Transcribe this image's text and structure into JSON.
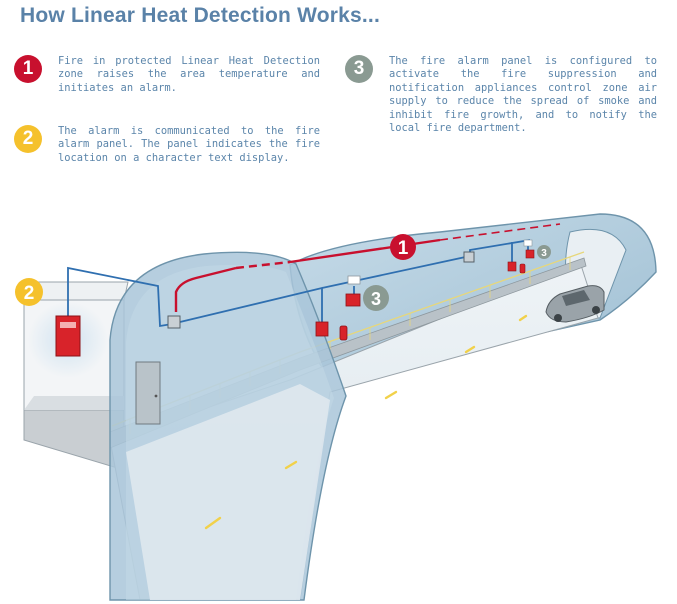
{
  "page": {
    "title": "How Linear Heat Detection Works..."
  },
  "steps": [
    {
      "number": "1",
      "color": "#c8102e",
      "text": "Fire in protected Linear Heat Detection zone raises the area temperature and initiates an alarm."
    },
    {
      "number": "2",
      "color": "#f5c12c",
      "text": "The alarm is communicated to the fire alarm panel. The panel indicates the fire location on a character text display."
    },
    {
      "number": "3",
      "color": "#8a9a92",
      "text": "The fire alarm panel is configured to activate the fire suppression and notification appliances control zone air supply to reduce the spread of smoke and inhibit fire growth, and to notify the local fire department."
    }
  ],
  "diagram_labels": {
    "marker_1": "1",
    "marker_2": "2",
    "marker_3_near": "3",
    "marker_3_far": "3"
  },
  "colors": {
    "title": "#5a82a8",
    "body_text": "#5b85aa",
    "tunnel_glass": "#a9c6d9",
    "heat_cable": "#c8102e",
    "signal_wire": "#2f6fb0",
    "fire_panel": "#d8232a"
  }
}
